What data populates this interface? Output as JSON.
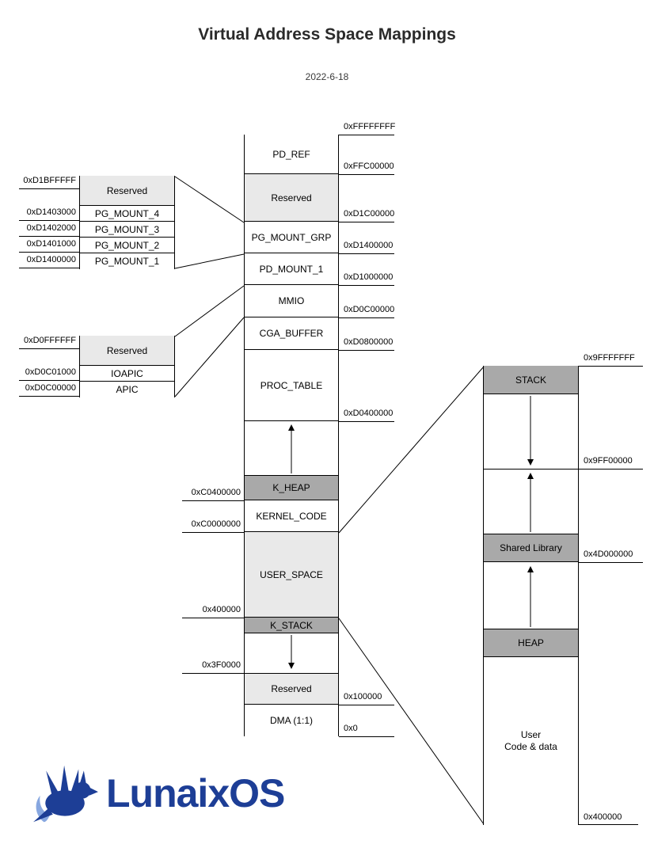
{
  "title": "Virtual Address Space Mappings",
  "date": "2022-6-18",
  "logo_text": "LunaixOS",
  "colors": {
    "region_light": "#E9E9E9",
    "region_dark": "#A9A9A9",
    "line": "#000000",
    "logo_blue": "#1D3E96"
  },
  "kernel_map": {
    "regions": [
      "PD_REF",
      "Reserved",
      "PG_MOUNT_GRP",
      "PD_MOUNT_1",
      "MMIO",
      "CGA_BUFFER",
      "PROC_TABLE",
      "K_HEAP",
      "KERNEL_CODE",
      "USER_SPACE",
      "K_STACK",
      "Reserved",
      "DMA (1:1)"
    ],
    "right_addresses": [
      "0xFFFFFFFF",
      "0xFFC00000",
      "0xD1C00000",
      "0xD1400000",
      "0xD1000000",
      "0xD0C00000",
      "0xD0800000",
      "0xD0400000",
      "0x100000",
      "0x0"
    ],
    "left_addresses": [
      "0xC0400000",
      "0xC0000000",
      "0x400000",
      "0x3F0000"
    ]
  },
  "pg_mount_detail": {
    "regions": [
      "Reserved",
      "PG_MOUNT_4",
      "PG_MOUNT_3",
      "PG_MOUNT_2",
      "PG_MOUNT_1"
    ],
    "addresses": [
      "0xD1BFFFFF",
      "0xD1403000",
      "0xD1402000",
      "0xD1401000",
      "0xD1400000"
    ]
  },
  "mmio_detail": {
    "regions": [
      "Reserved",
      "IOAPIC",
      "APIC"
    ],
    "addresses": [
      "0xD0FFFFFF",
      "0xD0C01000",
      "0xD0C00000"
    ]
  },
  "user_space_detail": {
    "regions": [
      "STACK",
      "Shared Library",
      "HEAP"
    ],
    "user_code_line1": "User",
    "user_code_line2": "Code & data",
    "addresses": [
      "0x9FFFFFFF",
      "0x9FF00000",
      "0x4D000000",
      "0x400000"
    ]
  }
}
